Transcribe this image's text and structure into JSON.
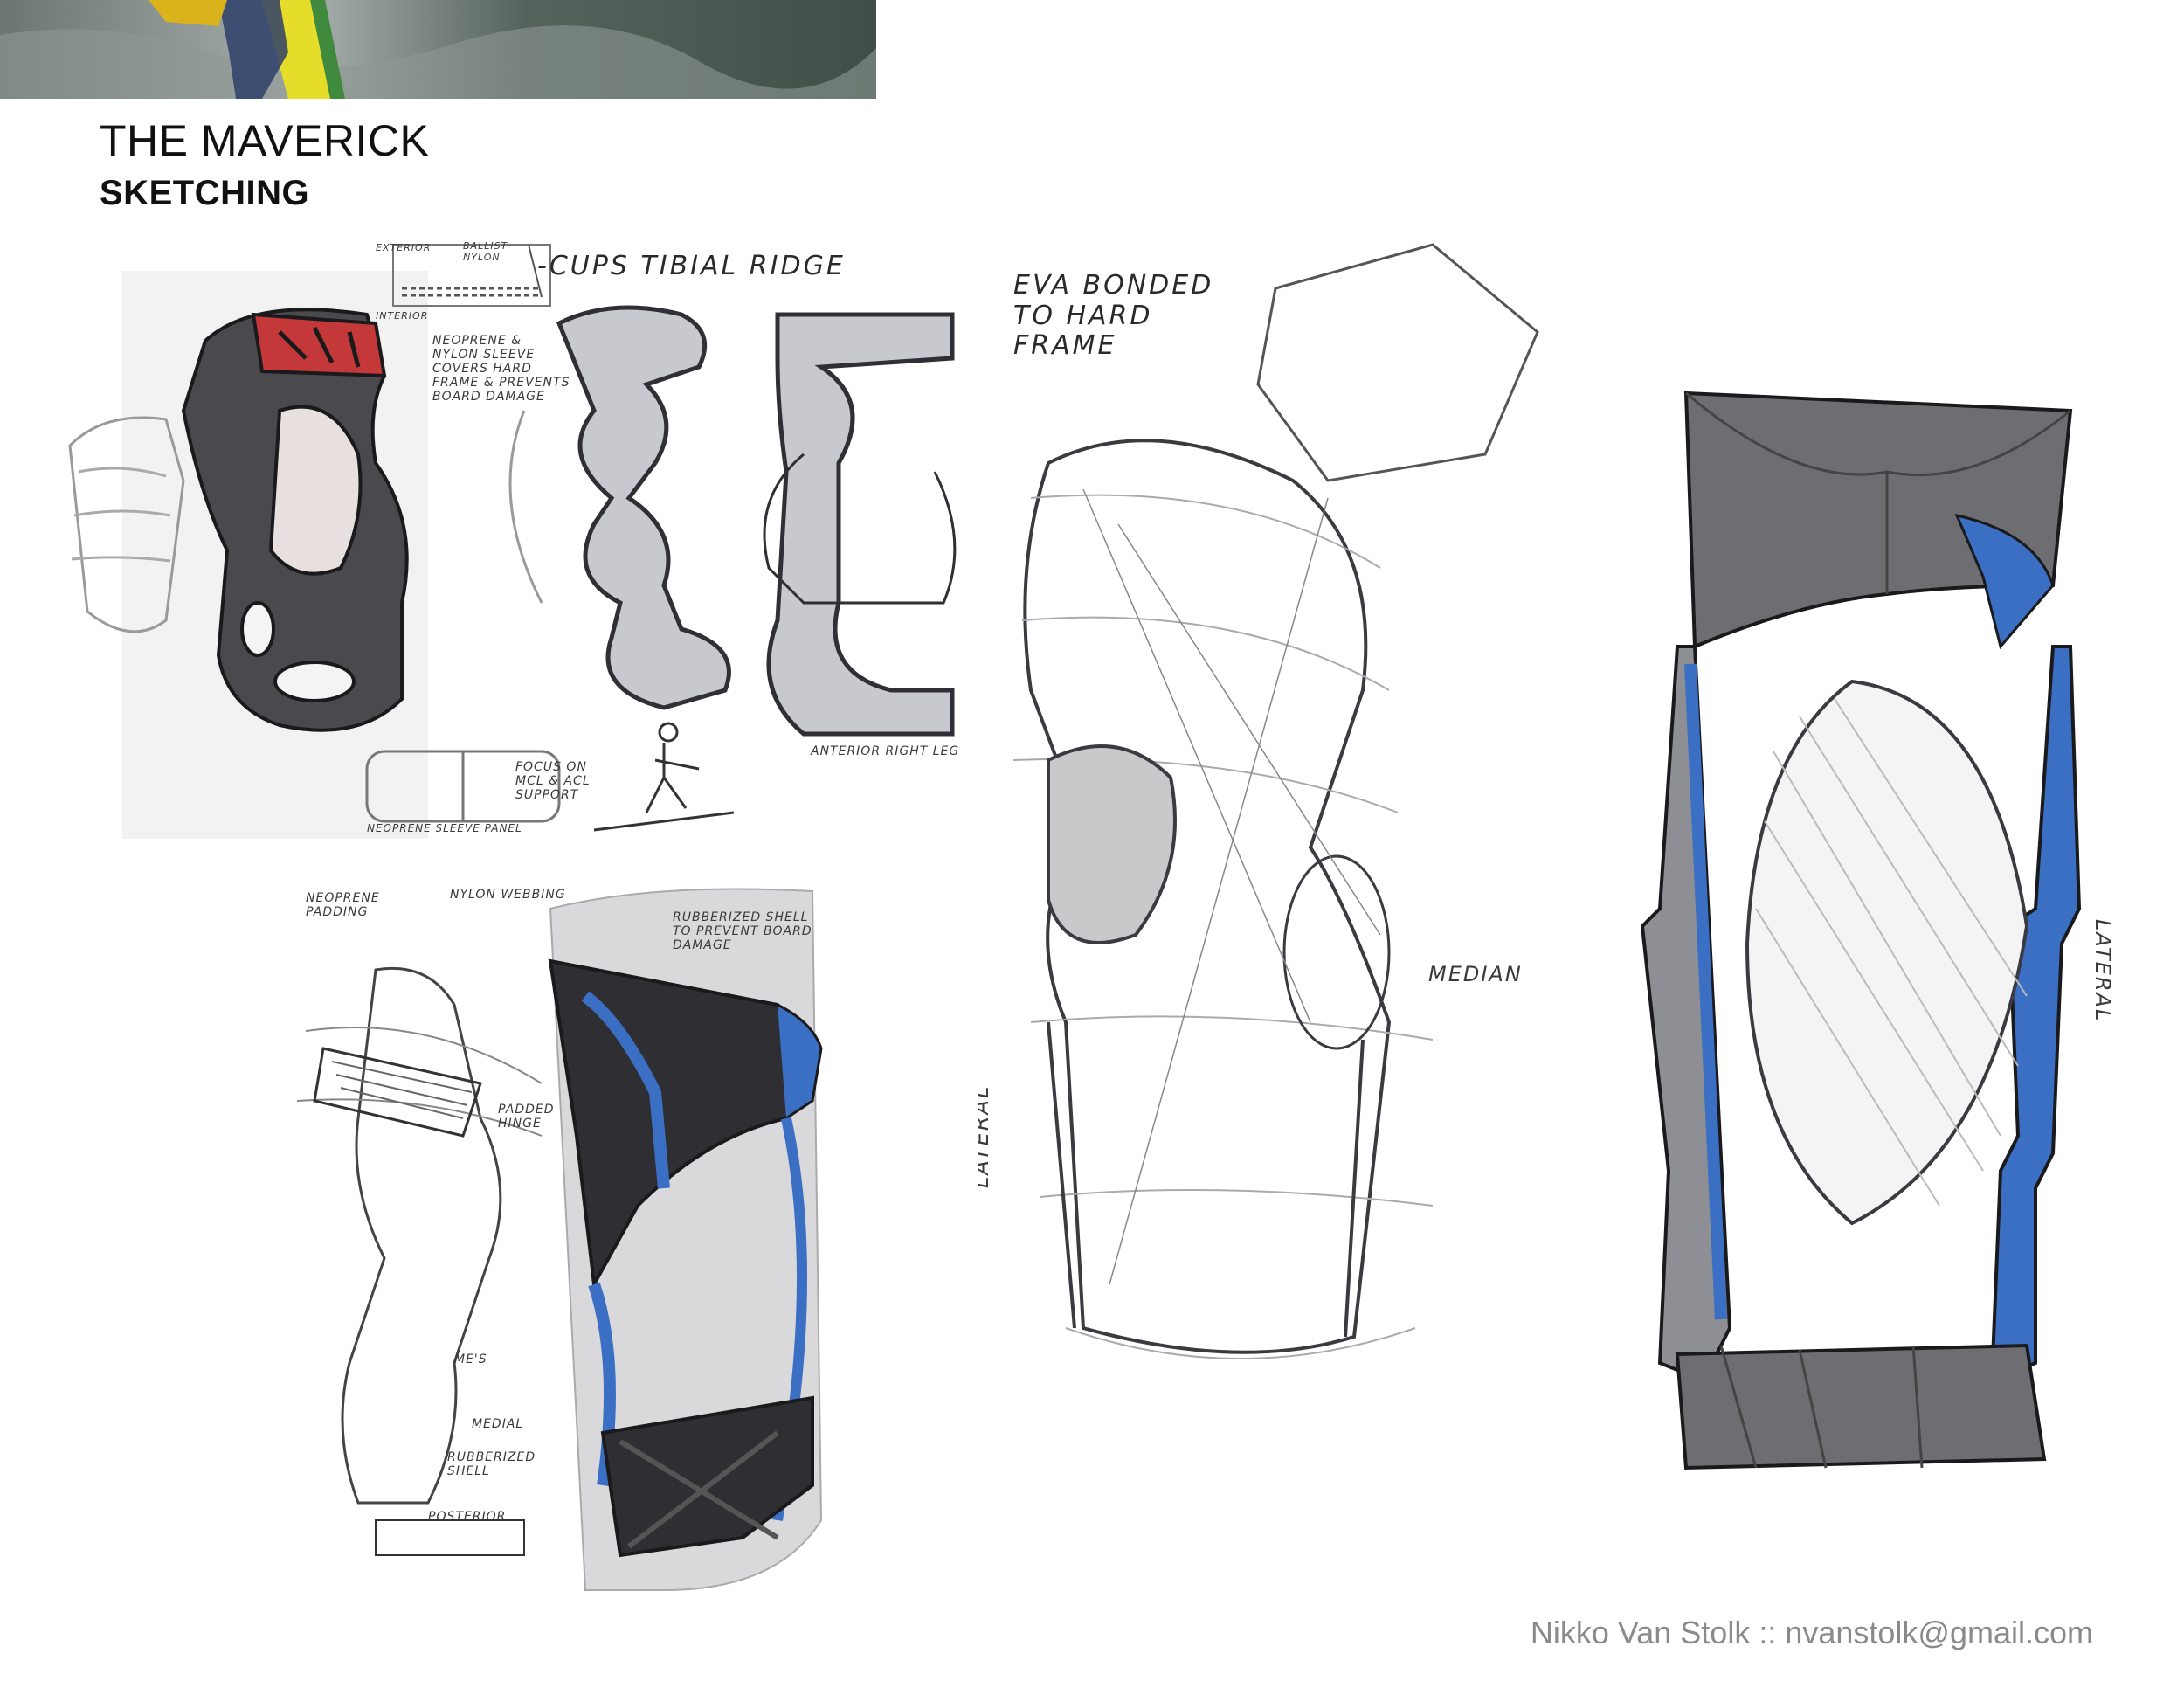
{
  "page": {
    "title": "THE MAVERICK",
    "subtitle": "SKETCHING"
  },
  "annotations": {
    "exterior": "EXTERIOR",
    "ballistic_nylon": "BALLIST NYLON",
    "interior": "INTERIOR",
    "cups_tibial_ridge": "-CUPS TIBIAL RIDGE",
    "neoprene_sleeve_note": "NEOPRENE & NYLON SLEEVE COVERS HARD FRAME & PREVENTS BOARD DAMAGE",
    "anterior_right_leg": "ANTERIOR RIGHT LEG",
    "focus_note": "FOCUS ON MCL & ACL SUPPORT",
    "neoprene_sleeve_panel": "NEOPRENE SLEEVE PANEL",
    "eva_bonded": "EVA BONDED TO HARD FRAME",
    "neoprene_padding": "NEOPRENE PADDING",
    "nylon_webbing": "NYLON WEBBING",
    "rubberized_shell_note": "RUBBERIZED SHELL TO PREVENT BOARD DAMAGE",
    "padded_hinge": "PADDED HINGE",
    "me_s": "ME'S",
    "medial": "MEDIAL",
    "rubberized_shell": "RUBBERIZED SHELL",
    "posterior": "POSTERIOR",
    "lateral_left": "LATERAL",
    "median": "MEDIAN",
    "lateral_right": "LATERAL"
  },
  "footer": {
    "credit": "Nikko Van Stolk :: nvanstolk@gmail.com"
  },
  "colors": {
    "accent_blue": "#3b6fc4",
    "accent_red": "#c4383a",
    "shell_gray": "#6e6e72",
    "sketch_line": "#2f2f35",
    "footer_text": "#8a8a8a"
  }
}
